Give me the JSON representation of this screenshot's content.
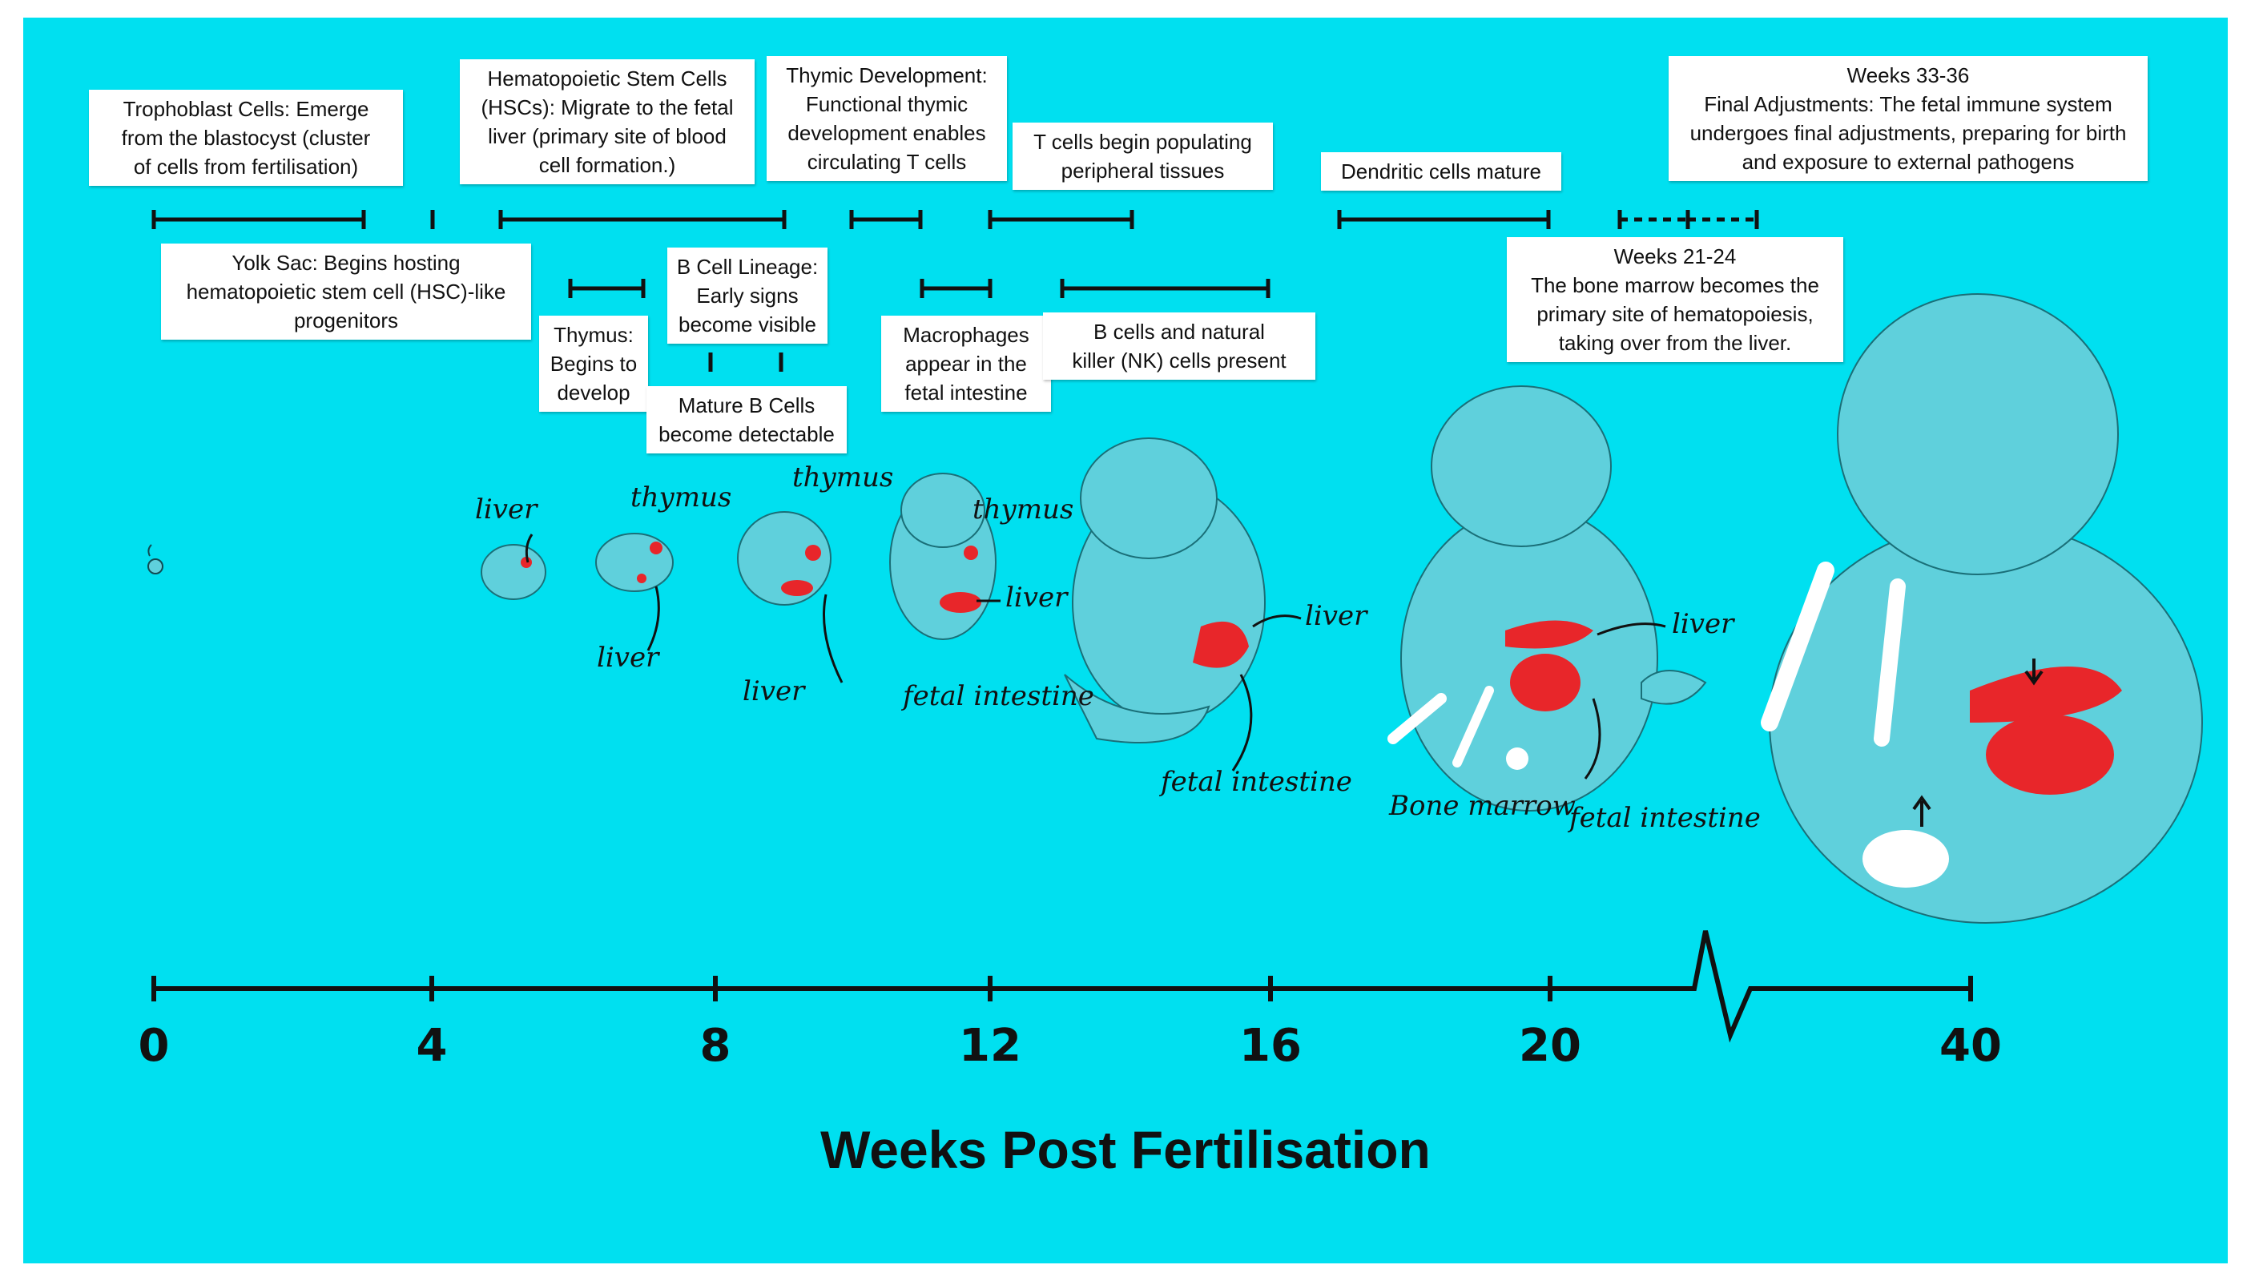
{
  "axis": {
    "title": "Weeks Post Fertilisation",
    "ticks": [
      "0",
      "4",
      "8",
      "12",
      "16",
      "20",
      "40"
    ]
  },
  "events": [
    {
      "id": "trophoblast",
      "lines": [
        "Trophoblast Cells: Emerge",
        "from the blastocyst (cluster",
        "of cells from fertilisation)"
      ]
    },
    {
      "id": "yolk-sac",
      "lines": [
        "Yolk Sac: Begins hosting",
        "hematopoietic stem cell (HSC)-like",
        "progenitors"
      ]
    },
    {
      "id": "hsc",
      "lines": [
        "Hematopoietic Stem Cells",
        "(HSCs): Migrate to the fetal",
        "liver (primary site of blood",
        "cell formation.)"
      ]
    },
    {
      "id": "thymus",
      "lines": [
        "Thymus:",
        "Begins to",
        "develop"
      ]
    },
    {
      "id": "b-cell-lineage",
      "lines": [
        "B Cell Lineage:",
        "Early signs",
        "become visible"
      ]
    },
    {
      "id": "mature-b",
      "lines": [
        "Mature B Cells",
        "become detectable"
      ]
    },
    {
      "id": "thymic-dev",
      "lines": [
        "Thymic Development:",
        "Functional thymic",
        "development enables",
        "circulating T cells"
      ]
    },
    {
      "id": "macrophages",
      "lines": [
        "Macrophages",
        "appear in the",
        "fetal intestine"
      ]
    },
    {
      "id": "t-cells",
      "lines": [
        "T cells begin populating",
        "peripheral tissues"
      ]
    },
    {
      "id": "b-nk",
      "lines": [
        "B cells and natural",
        "killer (NK) cells present"
      ]
    },
    {
      "id": "dendritic",
      "lines": [
        "Dendritic cells mature"
      ]
    },
    {
      "id": "weeks-21-24",
      "lines": [
        "Weeks 21-24",
        "The bone marrow becomes the",
        "primary site of hematopoiesis,",
        "taking over from the liver."
      ]
    },
    {
      "id": "weeks-33-36",
      "lines": [
        "Weeks 33-36",
        "Final Adjustments: The fetal immune system",
        "undergoes final adjustments, preparing for birth",
        "and exposure to external pathogens"
      ]
    }
  ],
  "labels": {
    "liver": "liver",
    "thymus": "thymus",
    "fetal_intestine": "fetal intestine",
    "bone_marrow": "Bone marrow"
  },
  "colors": {
    "background": "#00e0f0",
    "fetus": "#5fd0dc",
    "organ": "#e8262a",
    "bone": "#ffffff",
    "ink": "#111111"
  }
}
